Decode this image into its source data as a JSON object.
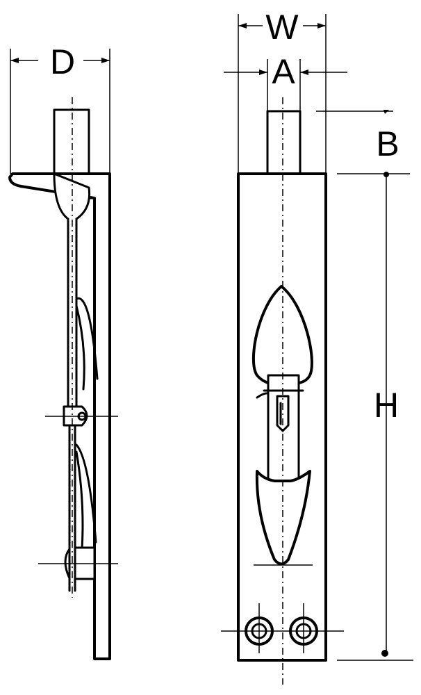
{
  "labels": {
    "depth": "D",
    "width": "W",
    "bolt_width": "A",
    "bolt_projection": "B",
    "height": "H"
  }
}
